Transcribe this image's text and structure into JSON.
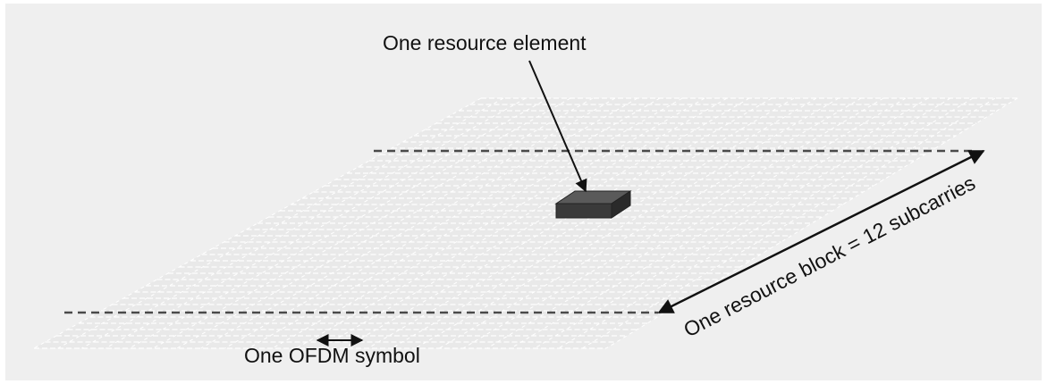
{
  "labels": {
    "resource_element": "One resource element",
    "resource_block": "One resource block = 12 subcarries",
    "ofdm_symbol": "One OFDM symbol"
  },
  "colors": {
    "panel_background": "#efefef",
    "grid_lines": "#ffffff",
    "block_boundary": "#4a4a4a",
    "element_top": "#5a5a5a",
    "element_front": "#3a3a3a",
    "element_side": "#2a2a2a",
    "arrows": "#111111"
  }
}
